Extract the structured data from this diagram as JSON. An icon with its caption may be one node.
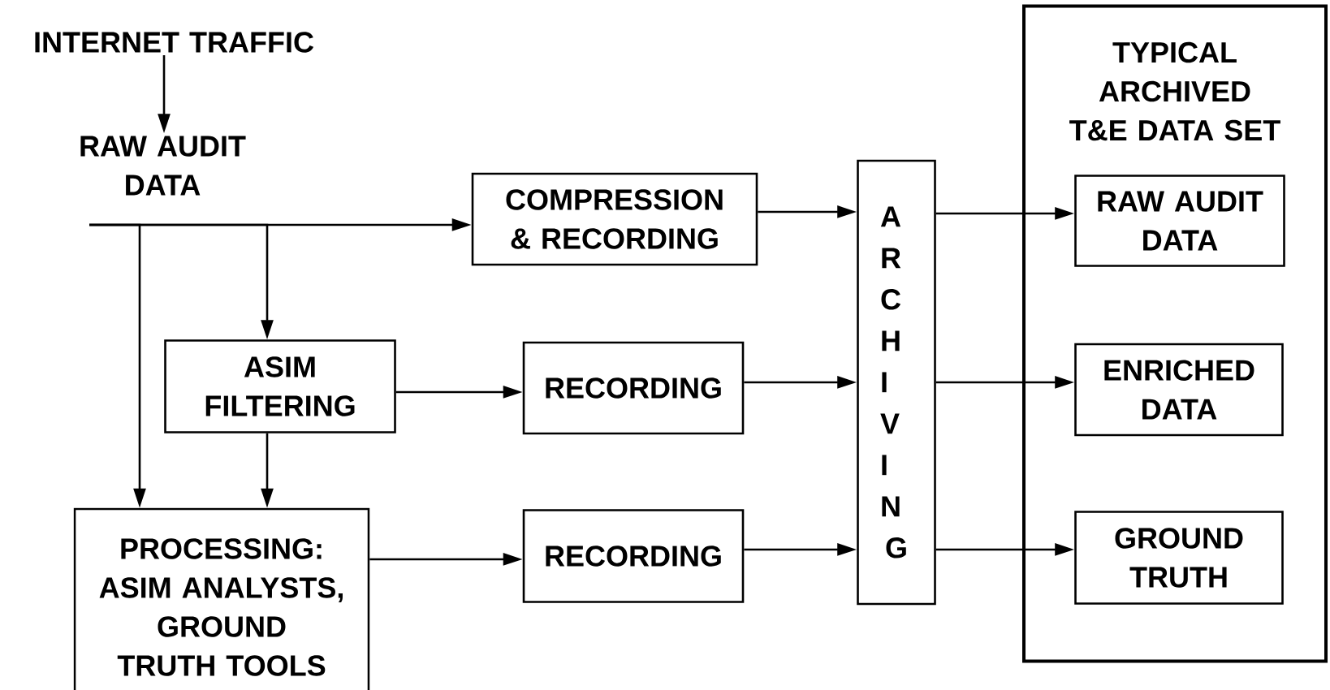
{
  "diagram": {
    "nodes": [
      {
        "text": [
          "INTERNET TRAFFIC"
        ]
      },
      {
        "text": [
          "RAW AUDIT DATA"
        ]
      },
      {
        "text": [
          "COMPRESSION & RECORDING"
        ]
      },
      {
        "text": [
          "ASIM FILTERING"
        ]
      },
      {
        "text": [
          "RECORDING"
        ]
      },
      {
        "text": [
          "PROCESSING: ASIM ANALYSTS, GROUND TRUTH TOOLS"
        ]
      },
      {
        "text": [
          "RECORDING"
        ]
      },
      {
        "text": [
          "ARCHIVING"
        ]
      },
      {
        "text": [
          "TYPICAL ARCHIVED T&E DATA SET"
        ]
      },
      {
        "text": [
          "RAW AUDIT DATA"
        ],
        "in": 8
      },
      {
        "text": [
          "ENRICHED DATA"
        ],
        "in": 8
      },
      {
        "text": [
          "GROUND TRUTH"
        ],
        "in": 8
      }
    ],
    "edges": [
      {
        "from": 0,
        "to": 1,
        "arrow": "to"
      },
      {
        "from": 1,
        "to": 2,
        "arrow": "to"
      },
      {
        "from": 1,
        "to": 3,
        "arrow": "to"
      },
      {
        "from": 1,
        "to": 5,
        "arrow": "to"
      },
      {
        "from": 3,
        "to": 5,
        "arrow": "to"
      },
      {
        "from": 3,
        "to": 4,
        "arrow": "to"
      },
      {
        "from": 5,
        "to": 6,
        "arrow": "to"
      },
      {
        "from": 2,
        "to": 7,
        "arrow": "to"
      },
      {
        "from": 4,
        "to": 7,
        "arrow": "to"
      },
      {
        "from": 6,
        "to": 7,
        "arrow": "to"
      },
      {
        "from": 7,
        "to": 9,
        "arrow": "to"
      },
      {
        "from": 7,
        "to": 10,
        "arrow": "to"
      },
      {
        "from": 7,
        "to": 11,
        "arrow": "to"
      }
    ]
  }
}
